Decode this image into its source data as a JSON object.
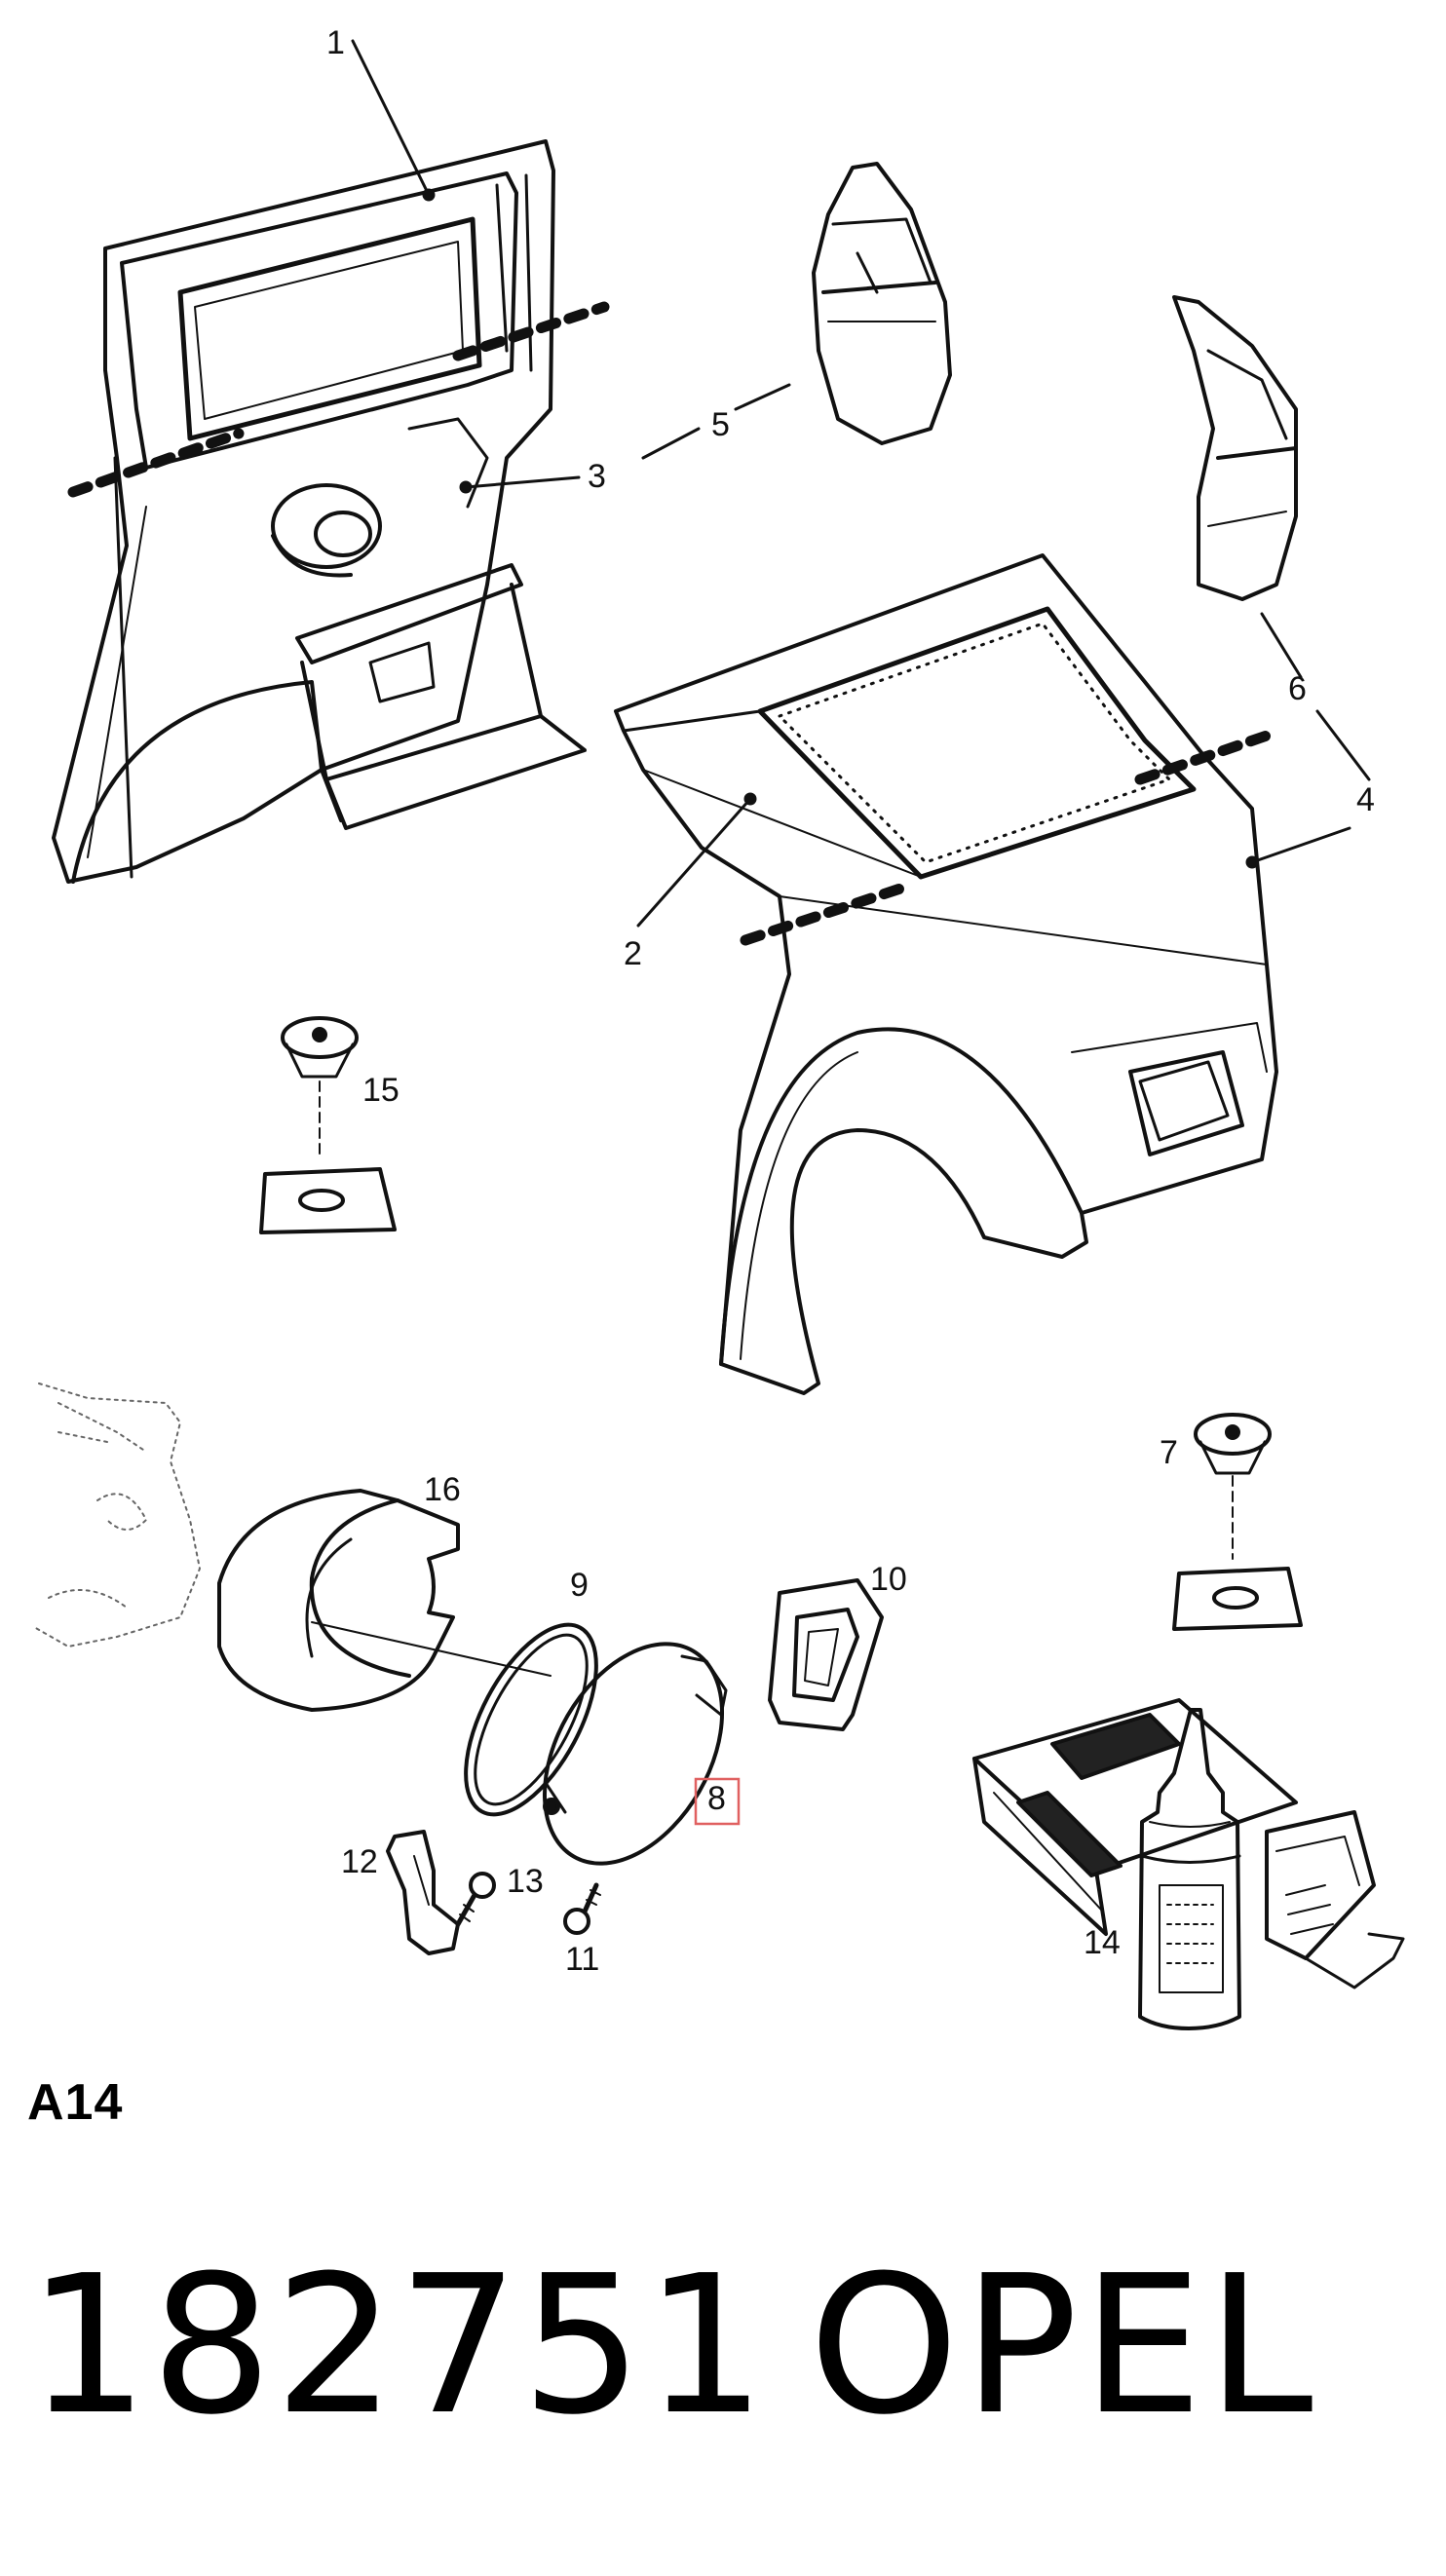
{
  "diagram": {
    "callouts": {
      "c1": "1",
      "c2": "2",
      "c3": "3",
      "c4": "4",
      "c5": "5",
      "c6": "6",
      "c7": "7",
      "c8": "8",
      "c9": "9",
      "c10": "10",
      "c11": "11",
      "c12": "12",
      "c13": "13",
      "c14": "14",
      "c15": "15",
      "c16": "16"
    },
    "highlight_color": "#e06060"
  },
  "footer": {
    "section_ref": "A14",
    "part_number": "182751",
    "brand": "OPEL"
  }
}
